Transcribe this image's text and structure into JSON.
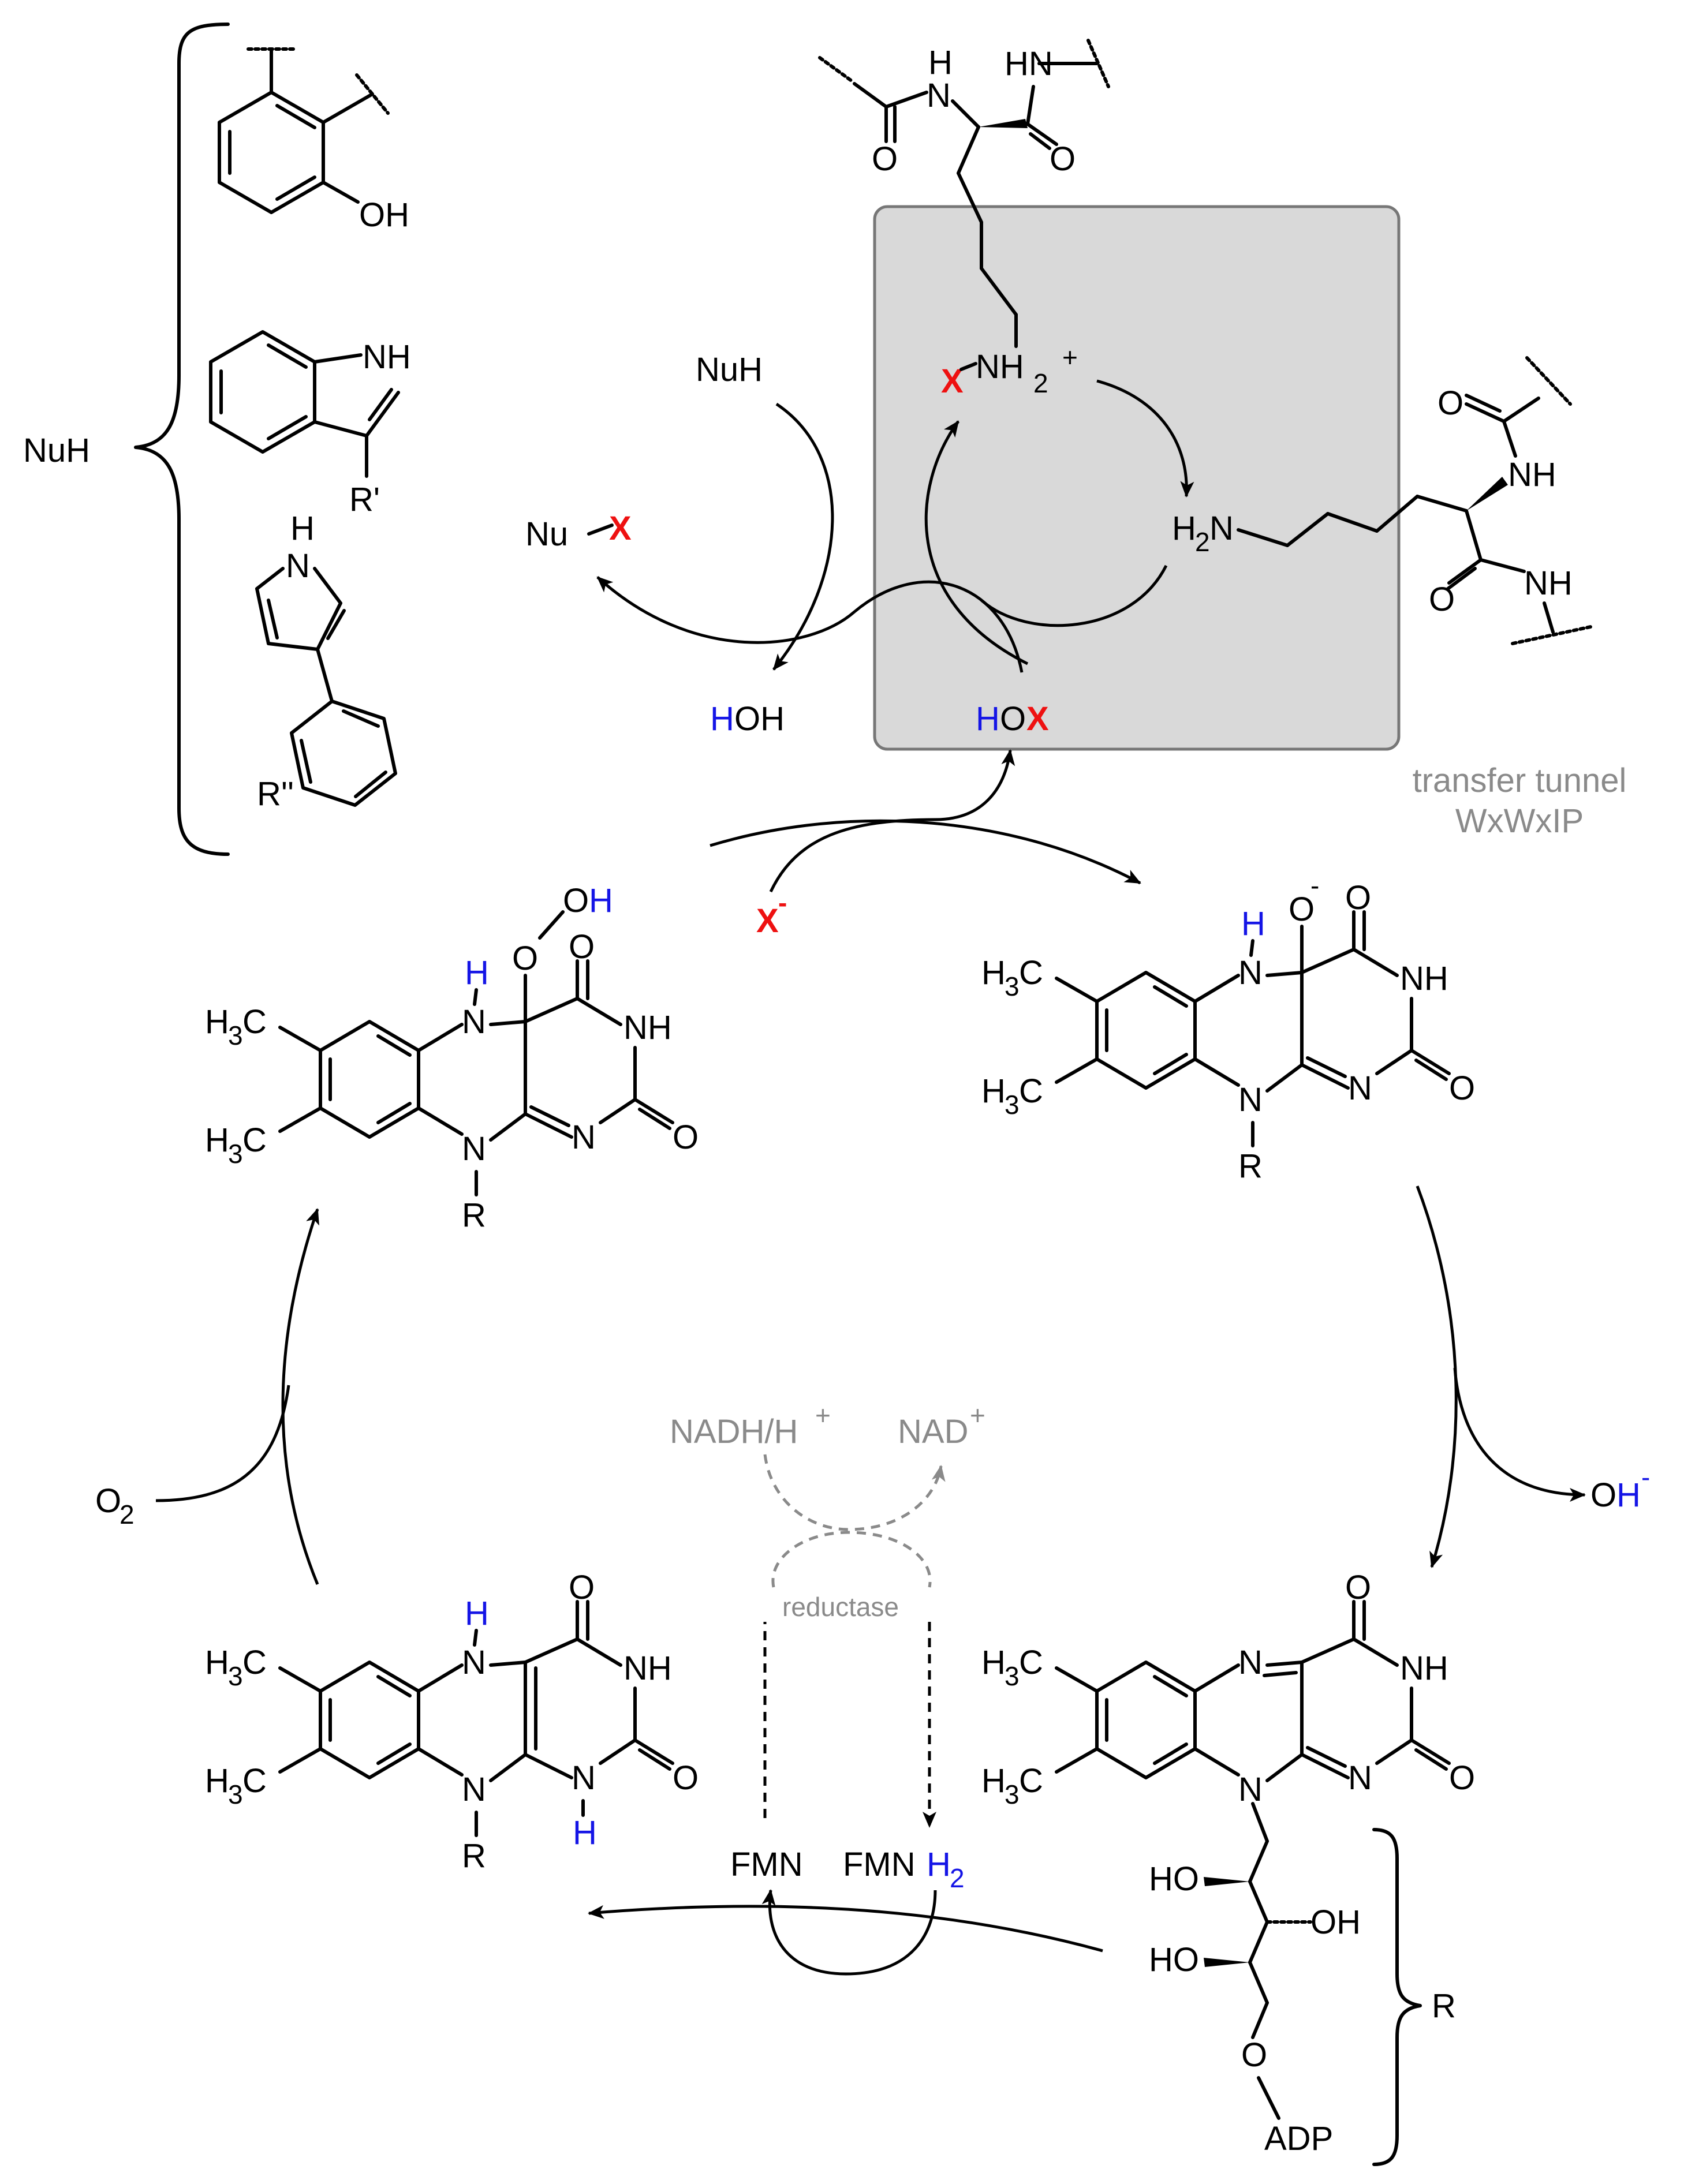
{
  "diagram": {
    "labels": {
      "nuh_group": "NuH",
      "nuh": "NuH",
      "nu": "Nu",
      "x": "X",
      "x_minus": "X",
      "minus": "-",
      "h": "H",
      "oh": "OH",
      "hox_o": "O",
      "nh2": "NH",
      "sub2": "2",
      "plus": "+",
      "h2n_h": "H",
      "h2n_n": "N",
      "nh": "NH",
      "hn": "HN",
      "o": "O",
      "n": "N",
      "r": "R",
      "r_prime": "R'",
      "r_dprime": "R''",
      "h3c_h": "H",
      "h3c_c": "C",
      "sub3": "3",
      "o2": "O",
      "oh_minus": "OH",
      "nadh": "NADH/H",
      "nad": "NAD",
      "reductase": "reductase",
      "fmn": "FMN",
      "fmnh": "FMN",
      "ho": "HO",
      "adp": "ADP",
      "tunnel_line1": "transfer tunnel",
      "tunnel_line2": "WxWxIP"
    },
    "colors": {
      "halide": "#ee1111",
      "hydrogen": "#1515e6",
      "enzyme_box": "#d9d9d9",
      "muted_text": "#8a8a8a"
    }
  }
}
